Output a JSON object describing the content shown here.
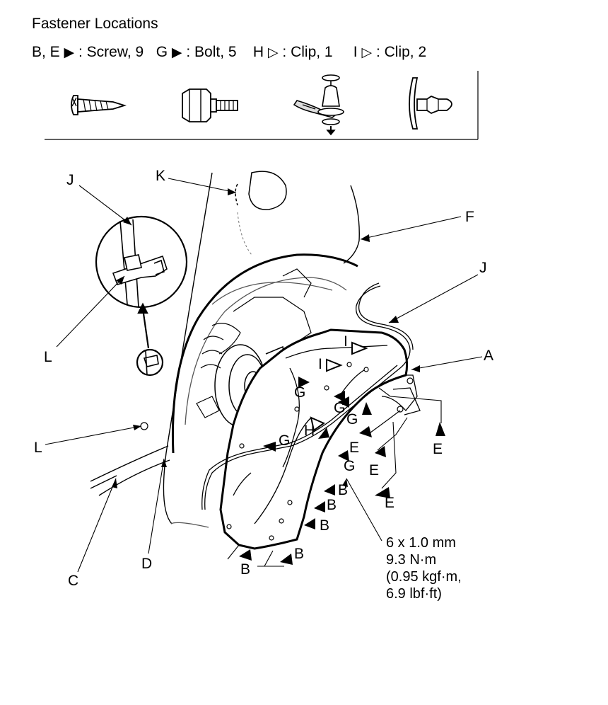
{
  "title": "Fastener Locations",
  "legend": {
    "screw": {
      "codes": "B, E",
      "marker": "▶",
      "text": ": Screw, 9"
    },
    "bolt": {
      "codes": "G",
      "marker": "▶",
      "text": ": Bolt, 5"
    },
    "clip1": {
      "codes": "H",
      "marker": "▷",
      "text": ": Clip, 1"
    },
    "clip2": {
      "codes": "I",
      "marker": "▷",
      "text": ": Clip, 2"
    }
  },
  "labels": {
    "A": "A",
    "B": "B",
    "C": "C",
    "D": "D",
    "E": "E",
    "F": "F",
    "G": "G",
    "H": "H",
    "I": "I",
    "J": "J",
    "K": "K",
    "L": "L"
  },
  "torque": {
    "size": "6 x 1.0 mm",
    "nm": "9.3 N·m",
    "kgf": "(0.95 kgf·m,",
    "lbf": "6.9 lbf·ft)"
  },
  "colors": {
    "ink": "#000000",
    "paper": "#ffffff",
    "light_line": "#9a9a9a"
  }
}
